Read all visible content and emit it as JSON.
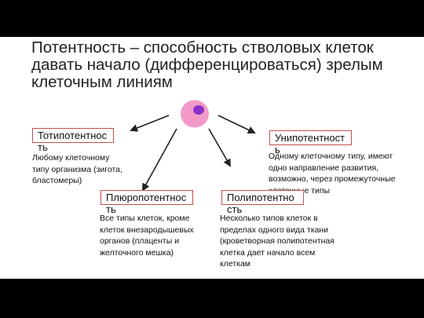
{
  "title": "Потентность – способность стволовых клеток давать начало (дифференцироваться) зрелым клеточным линиям",
  "colors": {
    "cell_body": "#f39ac9",
    "cell_nucleus": "#8b2fc9",
    "box_border": "#c0504d",
    "arrow": "#222222"
  },
  "nodes": {
    "totipotency": {
      "label": "Тотипотентность",
      "description": "Любому клеточному типу организма (зигота, бластомеры)"
    },
    "unipotency": {
      "label": "Унипотентность",
      "description": "Одному клеточному типу, имеют одно направление развития, возможно, через промежуточные клеточные типы"
    },
    "pluripotency": {
      "label": "Плюропотентность",
      "description": "Все типы клеток, кроме клеток внезародышевых органов (плаценты и желточного мешка)"
    },
    "multipotency": {
      "label": "Полипотентность",
      "description": "Несколько типов клеток в пределах одного вида ткани (кроветворная полипотентная клетка дает начало всем клеткам"
    }
  }
}
